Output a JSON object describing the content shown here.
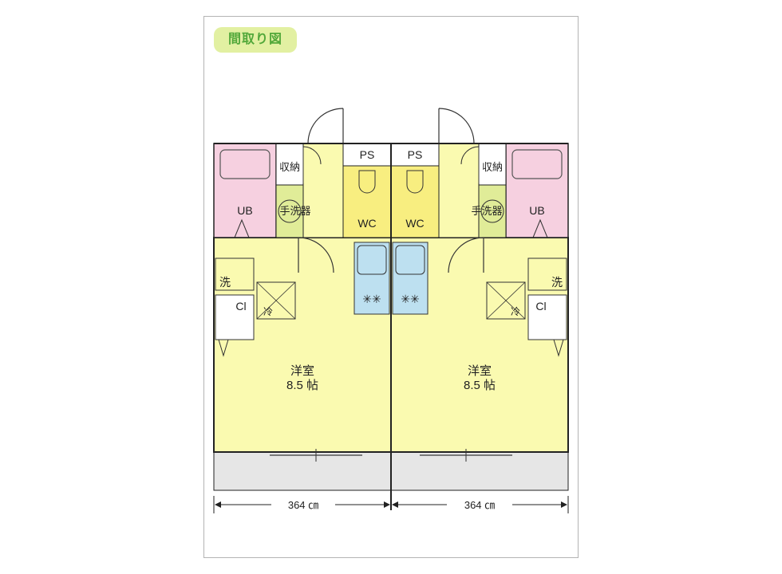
{
  "title": "間取り図",
  "units": [
    {
      "room_name": "洋室",
      "room_size": "8.5 帖",
      "ps": "PS",
      "storage": "収納",
      "ub": "UB",
      "wash_basin": "手洗器",
      "wc": "WC",
      "laundry": "洗",
      "closet": "Cl",
      "fridge": "冷",
      "width_dim": "364 ㎝"
    },
    {
      "room_name": "洋室",
      "room_size": "8.5 帖",
      "ps": "PS",
      "storage": "収納",
      "ub": "UB",
      "wash_basin": "手洗器",
      "wc": "WC",
      "laundry": "洗",
      "closet": "Cl",
      "fridge": "冷",
      "width_dim": "364 ㎝"
    }
  ],
  "colors": {
    "room": "#fafab0",
    "bath": "#f6d0e0",
    "toilet": "#f8ee80",
    "kitchen": "#bde0f0",
    "balcony": "#e6e6e6",
    "basin": "#e0ec98",
    "wall": "#222222"
  }
}
